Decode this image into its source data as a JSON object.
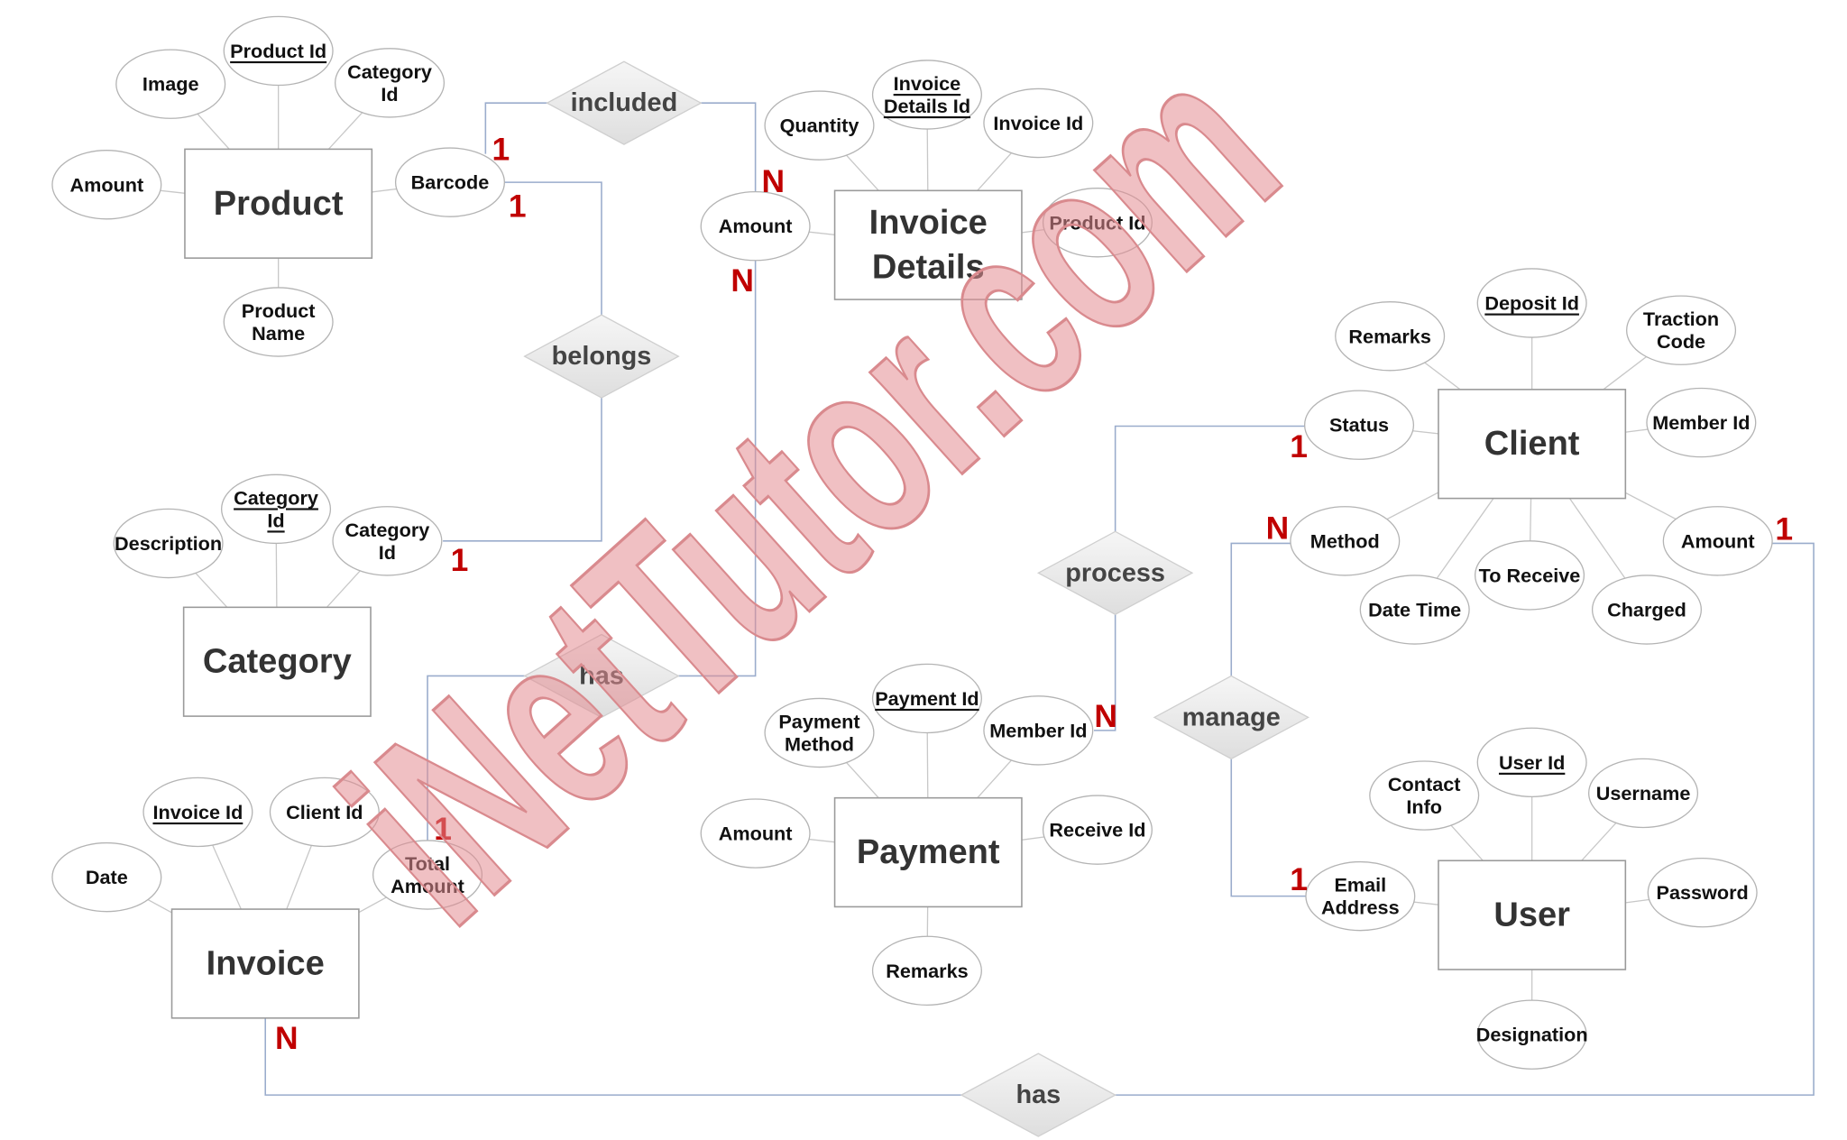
{
  "diagram": {
    "watermark": "iNetTutor.com",
    "colors": {
      "cardinality": "#c00000",
      "connector": "#9aaccc",
      "relationship_fill": "#e9e9e9",
      "watermark": "#e48c91"
    },
    "entities": [
      {
        "id": "product",
        "lines": [
          "Product"
        ],
        "attributes": [
          {
            "lines": [
              "Image"
            ]
          },
          {
            "lines": [
              "Product Id"
            ],
            "key": true
          },
          {
            "lines": [
              "Category",
              "Id"
            ]
          },
          {
            "lines": [
              "Amount"
            ]
          },
          {
            "lines": [
              "Barcode"
            ]
          },
          {
            "lines": [
              "Product",
              "Name"
            ]
          }
        ]
      },
      {
        "id": "invoice-details",
        "lines": [
          "Invoice",
          "Details"
        ],
        "attributes": [
          {
            "lines": [
              "Quantity"
            ]
          },
          {
            "lines": [
              "Invoice",
              "Details Id"
            ],
            "key": true
          },
          {
            "lines": [
              "Invoice Id"
            ]
          },
          {
            "lines": [
              "Amount"
            ]
          },
          {
            "lines": [
              "Product Id"
            ]
          }
        ]
      },
      {
        "id": "client",
        "lines": [
          "Client"
        ],
        "attributes": [
          {
            "lines": [
              "Remarks"
            ]
          },
          {
            "lines": [
              "Deposit Id"
            ],
            "key": true
          },
          {
            "lines": [
              "Traction",
              "Code"
            ]
          },
          {
            "lines": [
              "Status"
            ]
          },
          {
            "lines": [
              "Member Id"
            ]
          },
          {
            "lines": [
              "Method"
            ]
          },
          {
            "lines": [
              "Amount"
            ]
          },
          {
            "lines": [
              "To Receive"
            ]
          },
          {
            "lines": [
              "Date Time"
            ]
          },
          {
            "lines": [
              "Charged"
            ]
          }
        ]
      },
      {
        "id": "category",
        "lines": [
          "Category"
        ],
        "attributes": [
          {
            "lines": [
              "Description"
            ]
          },
          {
            "lines": [
              "Category",
              "Id"
            ],
            "key": true
          },
          {
            "lines": [
              "Category",
              "Id"
            ]
          }
        ]
      },
      {
        "id": "payment",
        "lines": [
          "Payment"
        ],
        "attributes": [
          {
            "lines": [
              "Payment",
              "Method"
            ]
          },
          {
            "lines": [
              "Payment Id"
            ],
            "key": true
          },
          {
            "lines": [
              "Member Id"
            ]
          },
          {
            "lines": [
              "Amount"
            ]
          },
          {
            "lines": [
              "Receive Id"
            ]
          },
          {
            "lines": [
              "Remarks"
            ]
          }
        ]
      },
      {
        "id": "user",
        "lines": [
          "User"
        ],
        "attributes": [
          {
            "lines": [
              "Contact",
              "Info"
            ]
          },
          {
            "lines": [
              "User Id"
            ],
            "key": true
          },
          {
            "lines": [
              "Username"
            ]
          },
          {
            "lines": [
              "Email",
              "Address"
            ]
          },
          {
            "lines": [
              "Password"
            ]
          },
          {
            "lines": [
              "Designation"
            ]
          }
        ]
      },
      {
        "id": "invoice",
        "lines": [
          "Invoice"
        ],
        "attributes": [
          {
            "lines": [
              "Date"
            ]
          },
          {
            "lines": [
              "Invoice Id"
            ],
            "key": true
          },
          {
            "lines": [
              "Client Id"
            ]
          },
          {
            "lines": [
              "Total",
              "Amount"
            ]
          }
        ]
      }
    ],
    "relationships": [
      {
        "id": "included",
        "label": "included"
      },
      {
        "id": "belongs",
        "label": "belongs"
      },
      {
        "id": "process",
        "label": "process"
      },
      {
        "id": "has-payment",
        "label": "has"
      },
      {
        "id": "manage",
        "label": "manage"
      },
      {
        "id": "has-invoice",
        "label": "has"
      }
    ],
    "cardinalities": [
      "1",
      "1",
      "N",
      "N",
      "1",
      "1",
      "1",
      "N",
      "1",
      "N",
      "1",
      "N"
    ]
  }
}
